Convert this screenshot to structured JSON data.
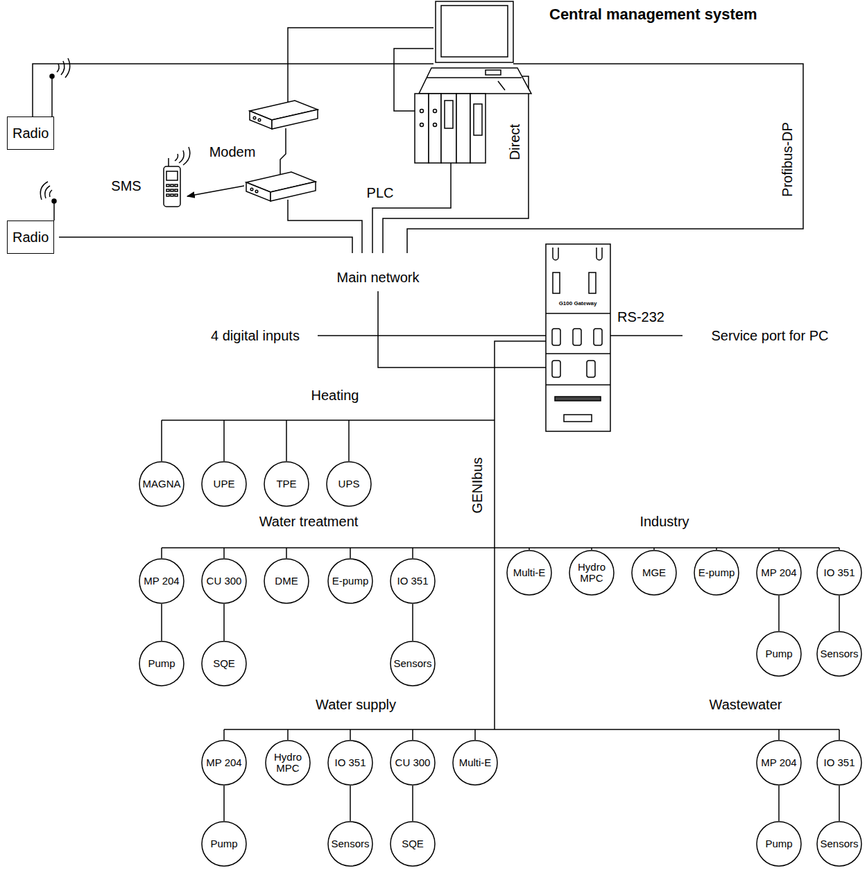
{
  "diagram": {
    "title": "Central management system",
    "nodes": [
      {
        "text": [
          "Radio"
        ]
      },
      {
        "text": [
          "Radio"
        ]
      },
      {
        "text": [
          "MAGNA"
        ]
      },
      {
        "text": [
          "UPE"
        ]
      },
      {
        "text": [
          "TPE"
        ]
      },
      {
        "text": [
          "UPS"
        ]
      },
      {
        "text": [
          "MP 204"
        ]
      },
      {
        "text": [
          "Pump"
        ]
      },
      {
        "text": [
          "CU 300"
        ]
      },
      {
        "text": [
          "SQE"
        ]
      },
      {
        "text": [
          "DME"
        ]
      },
      {
        "text": [
          "E-pump"
        ]
      },
      {
        "text": [
          "IO 351"
        ]
      },
      {
        "text": [
          "Sensors"
        ]
      },
      {
        "text": [
          "Multi-E"
        ]
      },
      {
        "text": [
          "Hydro MPC"
        ]
      },
      {
        "text": [
          "MGE"
        ]
      },
      {
        "text": [
          "E-pump"
        ]
      },
      {
        "text": [
          "MP 204"
        ]
      },
      {
        "text": [
          "Pump"
        ]
      },
      {
        "text": [
          "IO 351"
        ]
      },
      {
        "text": [
          "Sensors"
        ]
      },
      {
        "text": [
          "MP 204"
        ]
      },
      {
        "text": [
          "Pump"
        ]
      },
      {
        "text": [
          "Hydro MPC"
        ]
      },
      {
        "text": [
          "IO 351"
        ]
      },
      {
        "text": [
          "Sensors"
        ]
      },
      {
        "text": [
          "CU 300"
        ]
      },
      {
        "text": [
          "SQE"
        ]
      },
      {
        "text": [
          "Multi-E"
        ]
      },
      {
        "text": [
          "MP 204"
        ]
      },
      {
        "text": [
          "Pump"
        ]
      },
      {
        "text": [
          "IO 351"
        ]
      },
      {
        "text": [
          "Sensors"
        ]
      }
    ],
    "edges": [
      {
        "from": 6,
        "to": 7,
        "arrow": "none"
      },
      {
        "from": 8,
        "to": 9,
        "arrow": "none"
      },
      {
        "from": 12,
        "to": 13,
        "arrow": "none"
      },
      {
        "from": 18,
        "to": 19,
        "arrow": "none"
      },
      {
        "from": 20,
        "to": 21,
        "arrow": "none"
      },
      {
        "from": 22,
        "to": 23,
        "arrow": "none"
      },
      {
        "from": 25,
        "to": 26,
        "arrow": "none"
      },
      {
        "from": 27,
        "to": 28,
        "arrow": "none"
      },
      {
        "from": 30,
        "to": 31,
        "arrow": "none"
      },
      {
        "from": 32,
        "to": 33,
        "arrow": "none"
      }
    ],
    "labels": [
      "Modem",
      "SMS",
      "PLC",
      "Direct",
      "Profibus-DP",
      "Main network",
      "RS-232",
      "4 digital inputs",
      "Service port for PC",
      "Heating",
      "GENIbus",
      "Water treatment",
      "Industry",
      "Water supply",
      "Wastewater",
      "G100 Gateway"
    ]
  }
}
